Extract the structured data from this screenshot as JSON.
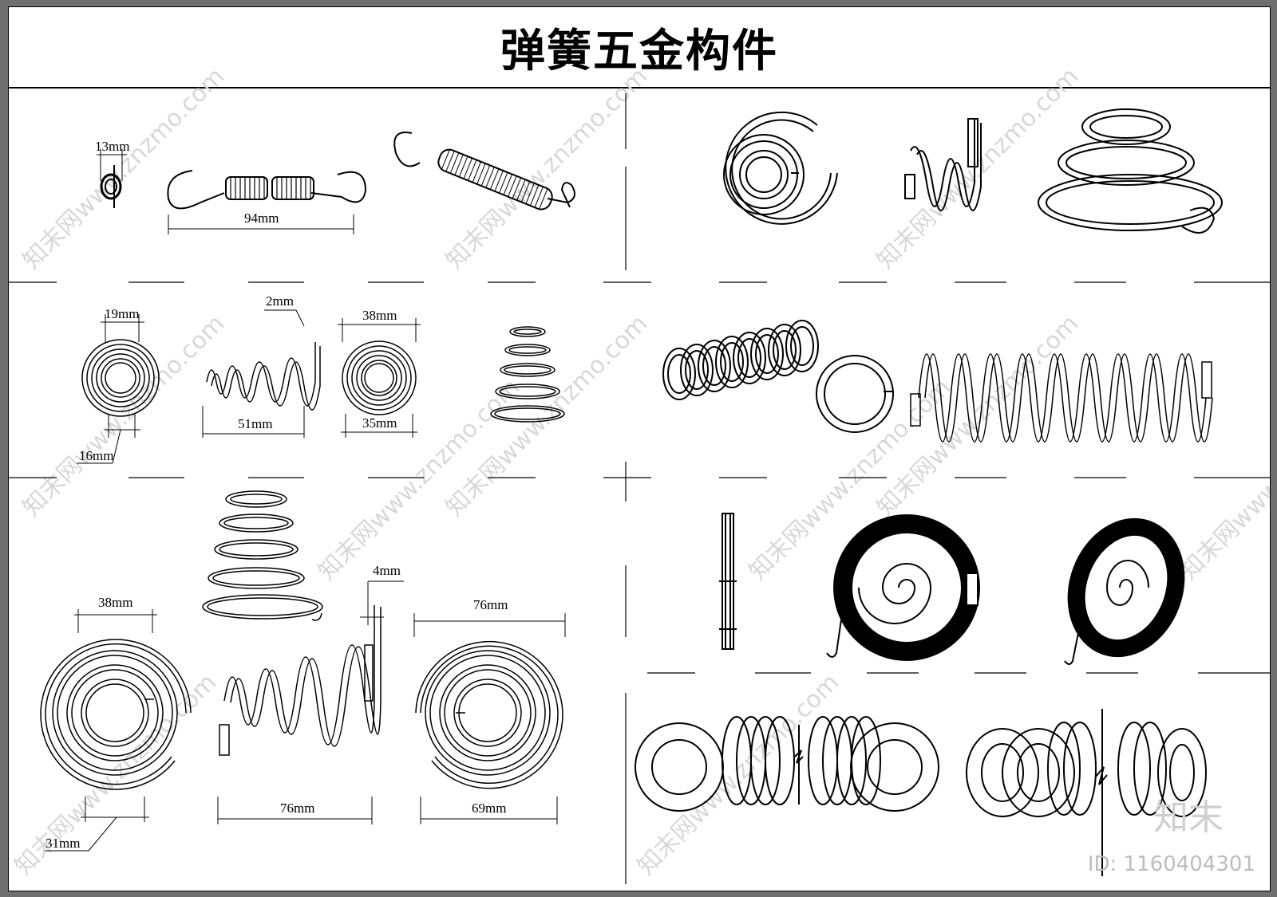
{
  "title": "弹簧五金构件",
  "dimensions": {
    "d13": "13mm",
    "d94": "94mm",
    "d19": "19mm",
    "d16": "16mm",
    "d2": "2mm",
    "d51": "51mm",
    "d38a": "38mm",
    "d35": "35mm",
    "d4": "4mm",
    "d38b": "38mm",
    "d31": "31mm",
    "d76a": "76mm",
    "d76b": "76mm",
    "d69": "69mm"
  },
  "watermark": {
    "text": "知末网www.znzmo.com",
    "brand": "知末",
    "id": "ID: 1160404301"
  },
  "colors": {
    "frame": "#6f6f6f",
    "line": "#000000",
    "watermark": "#d8d8d8"
  }
}
